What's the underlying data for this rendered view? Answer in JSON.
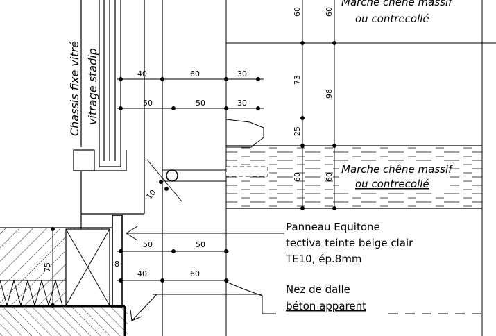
{
  "labels": {
    "frame_label_1": "Chassis fixe vitré",
    "frame_label_2": "vitrage stadip",
    "step_top_1": "Marche chêne massif",
    "step_top_2": "ou contrecollé",
    "step_mid_1": "Marche chêne massif",
    "step_mid_2": "ou contrecollé",
    "panel_1": "Panneau Equitone",
    "panel_2": "tectiva teinte beige clair",
    "panel_3": "TE10, ép.8mm",
    "slab_1": "Nez de dalle",
    "slab_2": "béton apparent"
  },
  "dimensions": {
    "row1": [
      "40",
      "60",
      "30"
    ],
    "row2": [
      "50",
      "50",
      "30"
    ],
    "row3": [
      "50",
      "50"
    ],
    "row4": [
      "40",
      "60"
    ],
    "v_top_a": "60",
    "v_top_b": "60",
    "v_73": "73",
    "v_98": "98",
    "v_25": "25",
    "v_mid_a": "60",
    "v_mid_b": "60",
    "v_75": "75",
    "v_8": "8",
    "diag_10": "10"
  }
}
